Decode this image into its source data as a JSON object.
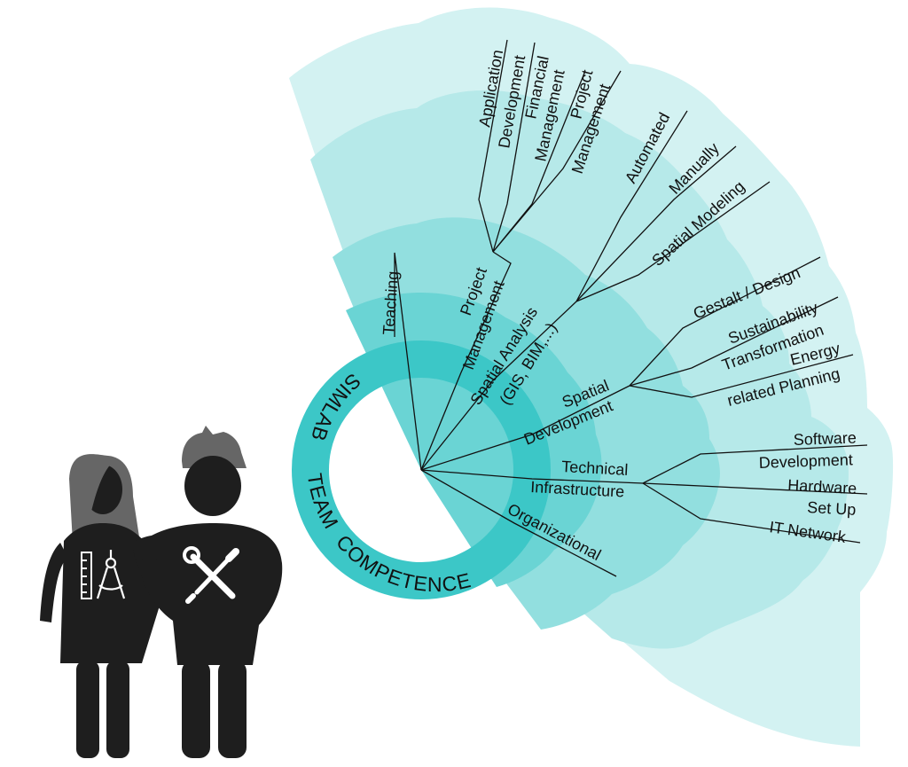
{
  "colors": {
    "fan_outer": "#d3f2f2",
    "fan_mid": "#b6e9e9",
    "fan_inner": "#92dfdf",
    "fan_core": "#6ad4d4",
    "ring": "#3cc7c7",
    "ring_dark": "#2bbcbc",
    "line": "#111111",
    "figure": "#1e1e1e",
    "hair": "#666666"
  },
  "ring_title": {
    "word1": "SIMLAB",
    "word2": "TEAM",
    "word3": "COMPETENCE"
  },
  "branches": {
    "teaching": {
      "label": "Teaching"
    },
    "project_management": {
      "label_line1": "Project",
      "label_line2": "Management",
      "children": [
        {
          "line1": "Application",
          "line2": "Development"
        },
        {
          "line1": "Financial",
          "line2": "Management"
        },
        {
          "line1": "Project",
          "line2": "Management"
        }
      ]
    },
    "spatial_analysis": {
      "label_line1": "Spatial Analysis",
      "label_line2": "(GIS, BIM,...)",
      "children": [
        "Automated",
        "Manually",
        "Spatial Modeling"
      ]
    },
    "spatial_development": {
      "label_line1": "Spatial",
      "label_line2": "Development",
      "children": [
        {
          "line1": "Gestalt / Design",
          "line2": ""
        },
        {
          "line1": "Sustainability",
          "line2": "Transformation"
        },
        {
          "line1": "Energy",
          "line2": "related Planning"
        }
      ]
    },
    "technical_infrastructure": {
      "label_line1": "Technical",
      "label_line2": "Infrastructure",
      "children": [
        {
          "line1": "Software",
          "line2": "Development"
        },
        {
          "line1": "Hardware",
          "line2": "Set Up"
        },
        {
          "line1": "IT Network",
          "line2": ""
        }
      ]
    },
    "organizational": {
      "label": "Organizational"
    }
  },
  "icons": {
    "female_figure": "female-figure-icon",
    "male_figure": "male-figure-icon",
    "ruler": "ruler-icon",
    "compass": "drafting-compass-icon",
    "tools": "wrench-screwdriver-icon"
  }
}
